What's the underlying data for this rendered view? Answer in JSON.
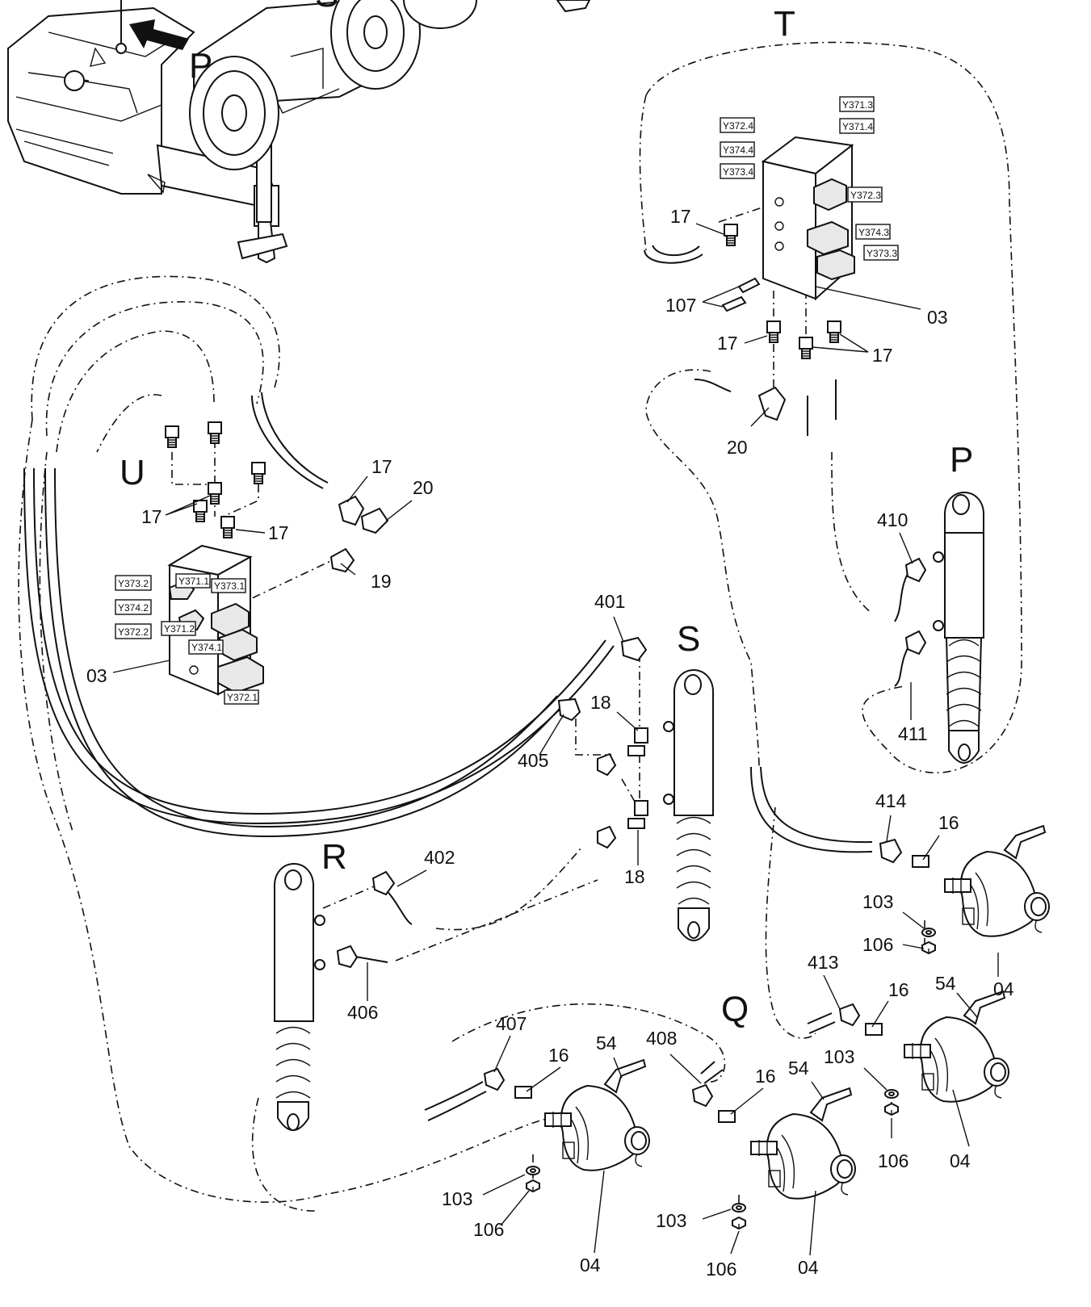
{
  "section_letters": {
    "T": "T",
    "U": "U",
    "S": "S",
    "R": "R",
    "P_top": "P",
    "P_right": "P",
    "Q": "Q",
    "partial_top": "S"
  },
  "solenoid_tags": {
    "block_t": [
      "Y372.4",
      "Y374.4",
      "Y373.4",
      "Y371.3",
      "Y371.4",
      "Y372.3",
      "Y374.3",
      "Y373.3"
    ],
    "block_u": [
      "Y373.2",
      "Y374.2",
      "Y372.2",
      "Y371.1",
      "Y373.1",
      "Y371.2",
      "Y374.1",
      "Y372.1"
    ]
  },
  "callouts": {
    "c17_t1": "17",
    "c107": "107",
    "c03_t": "03",
    "c17_t2": "17",
    "c17_t3": "17",
    "c20_t": "20",
    "c17_u1": "17",
    "c17_u2": "17",
    "c17_u3": "17",
    "c20_u": "20",
    "c19": "19",
    "c03_u": "03",
    "c401": "401",
    "c405": "405",
    "c18a": "18",
    "c18b": "18",
    "c402": "402",
    "c406": "406",
    "c410": "410",
    "c411": "411",
    "c414": "414",
    "c16a": "16",
    "c103a": "103",
    "c106a": "106",
    "c04a": "04",
    "c413": "413",
    "c16b": "16",
    "c54b": "54",
    "c103b": "103",
    "c106b": "106",
    "c04b": "04",
    "c407": "407",
    "c16c": "16",
    "c54c": "54",
    "c103c": "103",
    "c106c": "106",
    "c04c": "04",
    "c408": "408",
    "c16d": "16",
    "c54d": "54",
    "c103d": "103",
    "c106d": "106",
    "c04d": "04"
  }
}
